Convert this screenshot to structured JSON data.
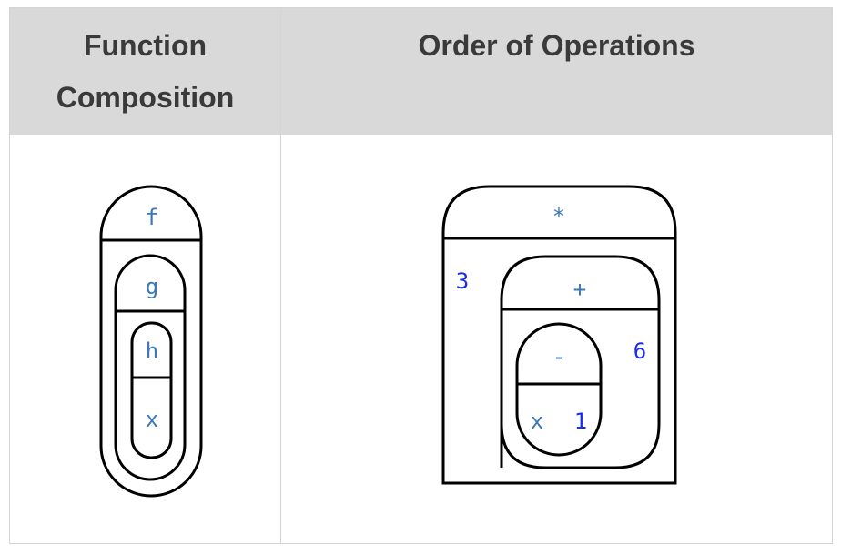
{
  "table": {
    "headers": [
      "Function\nComposition",
      "Order of Operations"
    ],
    "header_lines": [
      [
        "Function",
        "Composition"
      ],
      [
        "Order of Operations"
      ]
    ]
  },
  "function_composition": {
    "outer": {
      "label": "f"
    },
    "middle": {
      "label": "g"
    },
    "inner": {
      "label": "h",
      "arg": "x"
    }
  },
  "order_of_operations": {
    "outer": {
      "label": "*",
      "operand": "3"
    },
    "middle": {
      "label": "+",
      "operand": "6"
    },
    "inner": {
      "label": "-",
      "operand_left": "x",
      "operand_right": "1"
    }
  },
  "colors": {
    "header_bg": "#d9d9d9",
    "header_text": "#3a3a3a",
    "stroke": "#000000",
    "label_soft": "#3a78b8",
    "label_number": "#1a2ee6"
  }
}
